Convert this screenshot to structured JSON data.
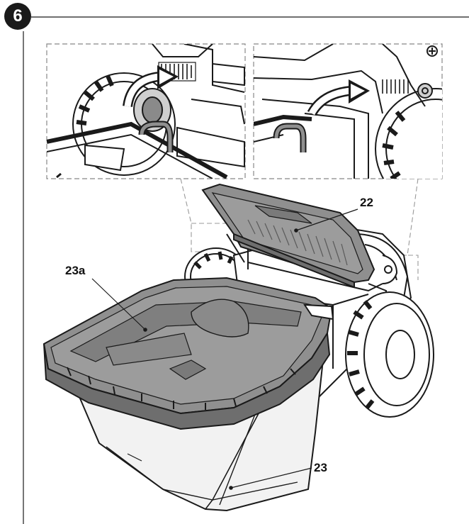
{
  "step": {
    "number": "6"
  },
  "callouts": {
    "lid": "22",
    "bag_top": "23a",
    "bag": "23"
  },
  "colors": {
    "line": "#1a1a1a",
    "gray_part": "#8f8f8f",
    "dark_gray": "#6e6e6e",
    "light_gray": "#d9d9d9",
    "bag_fill": "#f2f2f2"
  }
}
